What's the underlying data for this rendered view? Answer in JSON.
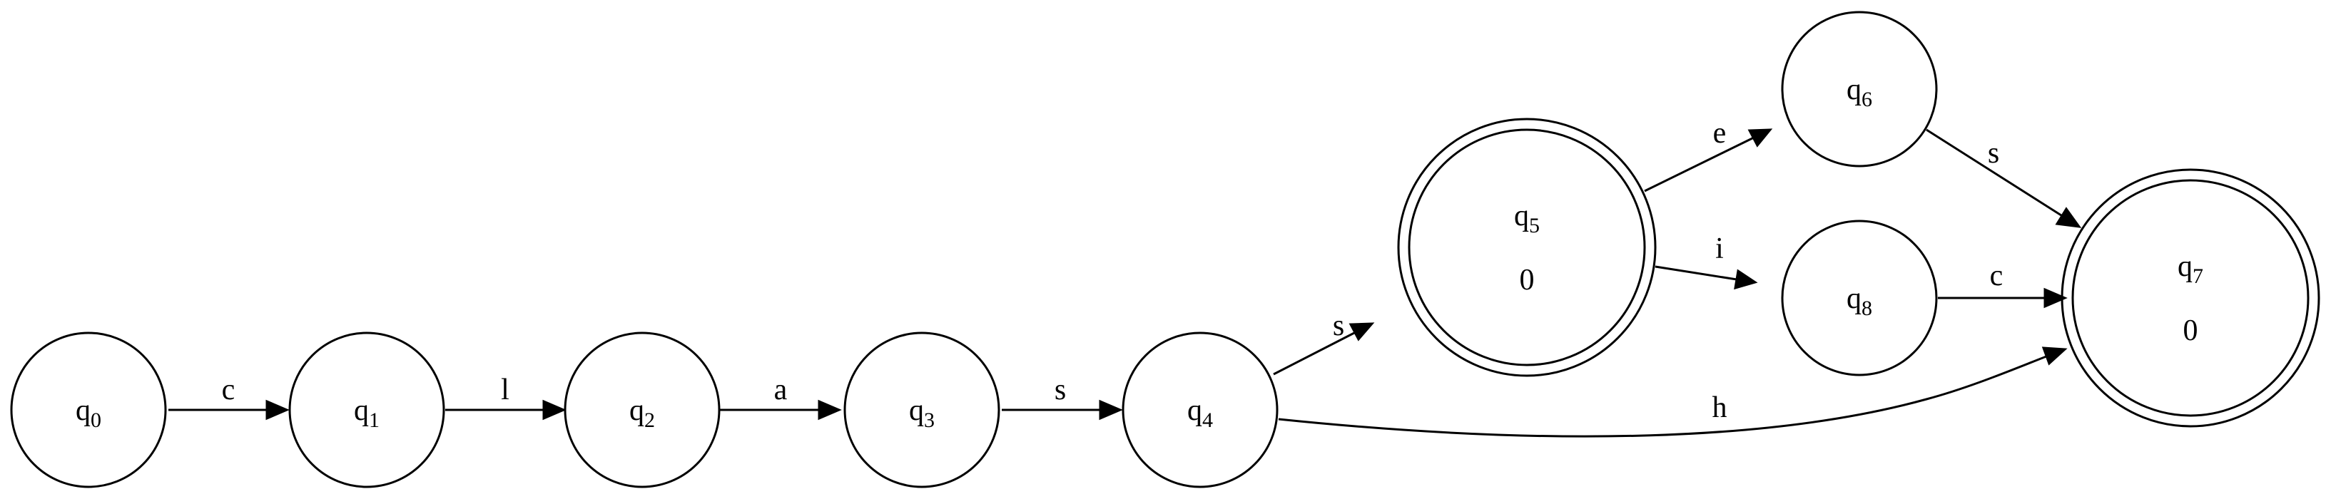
{
  "states": [
    {
      "id": "q0",
      "base": "q",
      "index": "0",
      "output": "",
      "accepting": false
    },
    {
      "id": "q1",
      "base": "q",
      "index": "1",
      "output": "",
      "accepting": false
    },
    {
      "id": "q2",
      "base": "q",
      "index": "2",
      "output": "",
      "accepting": false
    },
    {
      "id": "q3",
      "base": "q",
      "index": "3",
      "output": "",
      "accepting": false
    },
    {
      "id": "q4",
      "base": "q",
      "index": "4",
      "output": "",
      "accepting": false
    },
    {
      "id": "q5",
      "base": "q",
      "index": "5",
      "output": "0",
      "accepting": true
    },
    {
      "id": "q6",
      "base": "q",
      "index": "6",
      "output": "",
      "accepting": false
    },
    {
      "id": "q7",
      "base": "q",
      "index": "7",
      "output": "0",
      "accepting": true
    },
    {
      "id": "q8",
      "base": "q",
      "index": "8",
      "output": "",
      "accepting": false
    }
  ],
  "transitions": [
    {
      "from": "q0",
      "to": "q1",
      "label": "c"
    },
    {
      "from": "q1",
      "to": "q2",
      "label": "l"
    },
    {
      "from": "q2",
      "to": "q3",
      "label": "a"
    },
    {
      "from": "q3",
      "to": "q4",
      "label": "s"
    },
    {
      "from": "q4",
      "to": "q5",
      "label": "s"
    },
    {
      "from": "q4",
      "to": "q7",
      "label": "h"
    },
    {
      "from": "q5",
      "to": "q6",
      "label": "e"
    },
    {
      "from": "q5",
      "to": "q8",
      "label": "i"
    },
    {
      "from": "q6",
      "to": "q7",
      "label": "s"
    },
    {
      "from": "q8",
      "to": "q7",
      "label": "c"
    }
  ]
}
